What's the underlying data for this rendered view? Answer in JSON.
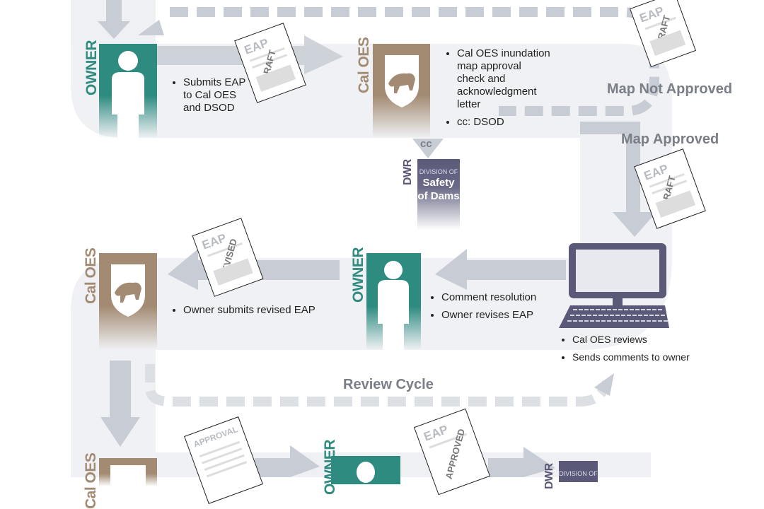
{
  "colors": {
    "owner": "#2e8b80",
    "cal_oes": "#a38b73",
    "dwr": "#5a5a78",
    "arrow": "#c8ccd4",
    "band": "#eef0f3"
  },
  "step1": {
    "owner_label": "OWNER",
    "owner_bullets": [
      "Submits EAP to Cal OES and DSOD"
    ],
    "doc": {
      "title": "EAP",
      "stamp": "DRAFT"
    },
    "caloes_label": "Cal OES",
    "caloes_bullets": [
      "Cal OES inundation map approval check and acknowledgment letter",
      "cc: DSOD"
    ],
    "cc_label": "cc",
    "dwr": {
      "label": "DWR",
      "line1": "DIVISION OF",
      "line2": "Safety",
      "line3": "of Dams"
    }
  },
  "branch": {
    "not_approved": "Map Not Approved",
    "approved": "Map Approved",
    "doc_top": {
      "title": "EAP",
      "stamp": "DRAFT"
    },
    "doc_mid": {
      "title": "EAP",
      "stamp": "DRAFT"
    }
  },
  "review": {
    "computer_bullets": [
      "Cal OES reviews",
      "Sends comments to owner"
    ],
    "owner_label": "OWNER",
    "owner_bullets": [
      "Comment resolution",
      "Owner revises EAP"
    ],
    "doc": {
      "title": "EAP",
      "stamp": "REVISED"
    },
    "caloes_label": "Cal OES",
    "caloes_bullets": [
      "Owner submits revised EAP"
    ],
    "cycle_label": "Review Cycle"
  },
  "final": {
    "caloes_label": "Cal OES",
    "approval_doc": {
      "title": "APPROVAL"
    },
    "owner_label": "OWNER",
    "approved_doc": {
      "title": "EAP",
      "stamp": "APPROVED"
    },
    "dwr": {
      "label": "DWR",
      "line1": "DIVISION OF"
    }
  }
}
